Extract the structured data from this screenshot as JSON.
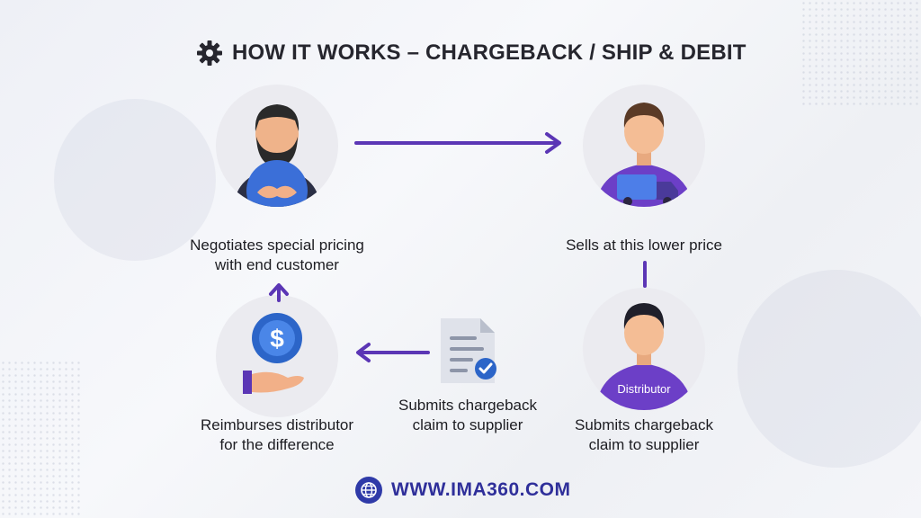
{
  "title": "HOW IT WORKS – CHARGEBACK / SHIP & DEBIT",
  "icons": {
    "title": "gear-icon",
    "manufacturer": "businessman-handshake-icon",
    "distributor_sell": "person-with-truck-icon",
    "distributor": "distributor-person-icon",
    "document": "document-check-icon",
    "reimburse": "dollar-hand-icon",
    "footer": "globe-icon"
  },
  "steps": {
    "negotiate": {
      "line1": "Negotiates special pricing",
      "line2": "with end customer"
    },
    "sell": {
      "line1": "Sells at this lower price"
    },
    "distributor_claim": {
      "tag": "Distributor",
      "line1": "Submits chargeback",
      "line2": "claim to supplier"
    },
    "document_claim": {
      "line1": "Submits chargeback",
      "line2": "claim to supplier"
    },
    "reimburse": {
      "line1": "Reimburses distributor",
      "line2": "for the difference"
    }
  },
  "footer": {
    "url": "WWW.IMA360.COM"
  },
  "colors": {
    "accent": "#5b36b5",
    "title_text": "#26262e",
    "footer_text": "#2f2f9a",
    "circle_bg": "#ebebf0"
  }
}
